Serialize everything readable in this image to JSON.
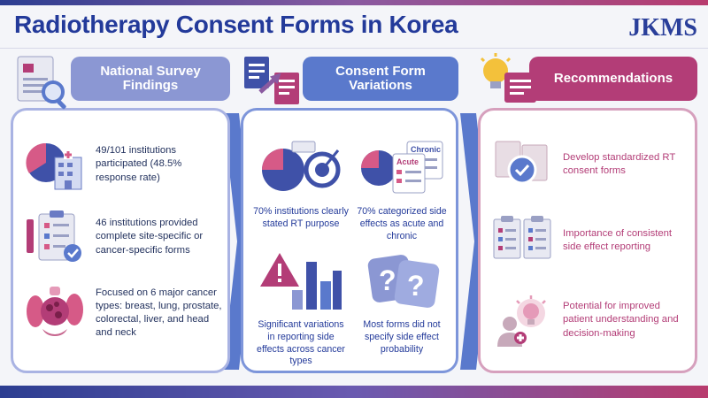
{
  "header": {
    "title": "Radiotherapy Consent Forms in Korea",
    "logo_main": "JKMS"
  },
  "columns": {
    "survey": {
      "title": "National Survey\nFindings",
      "items": [
        {
          "text": "49/101 institutions participated (48.5% response rate)"
        },
        {
          "text": "46 institutions provided complete site-specific or cancer-specific forms"
        },
        {
          "text": "Focused on 6 major cancer types: breast, lung, prostate, colorectal, liver, and head and neck"
        }
      ]
    },
    "variations": {
      "title": "Consent Form\nVariations",
      "cells": [
        {
          "text": "70% institutions clearly stated RT purpose"
        },
        {
          "text": "70% categorized side effects as acute and chronic"
        },
        {
          "text": "Significant variations in reporting side effects across cancer types"
        },
        {
          "text": "Most forms did not specify side effect probability"
        }
      ],
      "labels": {
        "acute": "Acute",
        "chronic": "Chronic"
      }
    },
    "recommendations": {
      "title": "Recommendations",
      "items": [
        {
          "text": "Develop standardized RT consent forms"
        },
        {
          "text": "Importance of consistent side effect reporting"
        },
        {
          "text": "Potential for improved patient understanding and decision-making"
        }
      ]
    }
  },
  "colors": {
    "navy": "#233a9a",
    "periwinkle": "#8b97d3",
    "blue": "#5a79cc",
    "magenta": "#b33d77"
  },
  "icons": [
    "document-search-icon",
    "document-swap-icon",
    "lightbulb-document-icon",
    "pie-chart-icon",
    "hospital-icon",
    "checklist-icon",
    "organs-icon",
    "target-icon",
    "acute-chronic-cards-icon",
    "warning-bar-chart-icon",
    "question-marks-icon",
    "check-document-icon",
    "checklist-pair-icon",
    "patient-lightbulb-icon"
  ]
}
